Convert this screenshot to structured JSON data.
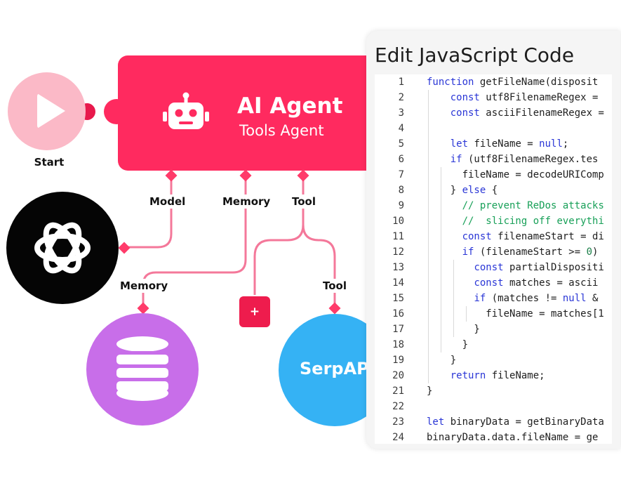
{
  "canvas": {
    "start": {
      "label": "Start"
    },
    "agent": {
      "title": "AI Agent",
      "subtitle": "Tools Agent"
    },
    "connectors": [
      {
        "label": "Model"
      },
      {
        "label": "Memory"
      },
      {
        "label": "Tool"
      }
    ],
    "sub_labels": {
      "memory": "Memory",
      "tool": "Tool"
    },
    "plus": {
      "label": "+"
    },
    "serp": {
      "label": "SerpAPI"
    },
    "colors": {
      "agent": "#ff2a5f",
      "start": "#fbb9c7",
      "memory": "#c86ee9",
      "serp": "#35b2f4",
      "openai": "#050505",
      "wire": "#f4789a"
    }
  },
  "editor": {
    "title": "Edit JavaScript Code",
    "lines": [
      {
        "n": "1",
        "tokens": [
          {
            "t": "kw",
            "v": "function"
          },
          {
            "v": " getFileName(disposit"
          }
        ]
      },
      {
        "n": "2",
        "tokens": [
          {
            "v": "    "
          },
          {
            "t": "kw",
            "v": "const"
          },
          {
            "v": " utf8FilenameRegex = "
          }
        ]
      },
      {
        "n": "3",
        "tokens": [
          {
            "v": "    "
          },
          {
            "t": "kw",
            "v": "const"
          },
          {
            "v": " asciiFilenameRegex ="
          }
        ]
      },
      {
        "n": "4",
        "tokens": [
          {
            "v": ""
          }
        ]
      },
      {
        "n": "5",
        "tokens": [
          {
            "v": "    "
          },
          {
            "t": "kw",
            "v": "let"
          },
          {
            "v": " fileName = "
          },
          {
            "t": "kw",
            "v": "null"
          },
          {
            "v": ";"
          }
        ]
      },
      {
        "n": "6",
        "tokens": [
          {
            "v": "    "
          },
          {
            "t": "kw",
            "v": "if"
          },
          {
            "v": " (utf8FilenameRegex.tes"
          }
        ]
      },
      {
        "n": "7",
        "tokens": [
          {
            "v": "      fileName = decodeURIComp"
          }
        ]
      },
      {
        "n": "8",
        "tokens": [
          {
            "v": "    } "
          },
          {
            "t": "kw",
            "v": "else"
          },
          {
            "v": " {"
          }
        ]
      },
      {
        "n": "9",
        "tokens": [
          {
            "v": "      "
          },
          {
            "t": "cm",
            "v": "// prevent ReDos attacks"
          }
        ]
      },
      {
        "n": "10",
        "tokens": [
          {
            "v": "      "
          },
          {
            "t": "cm",
            "v": "//  slicing off everythi"
          }
        ]
      },
      {
        "n": "11",
        "tokens": [
          {
            "v": "      "
          },
          {
            "t": "kw",
            "v": "const"
          },
          {
            "v": " filenameStart = di"
          }
        ]
      },
      {
        "n": "12",
        "tokens": [
          {
            "v": "      "
          },
          {
            "t": "kw",
            "v": "if"
          },
          {
            "v": " (filenameStart >= "
          },
          {
            "t": "num",
            "v": "0"
          },
          {
            "v": ")"
          }
        ]
      },
      {
        "n": "13",
        "tokens": [
          {
            "v": "        "
          },
          {
            "t": "kw",
            "v": "const"
          },
          {
            "v": " partialDispositi"
          }
        ]
      },
      {
        "n": "14",
        "tokens": [
          {
            "v": "        "
          },
          {
            "t": "kw",
            "v": "const"
          },
          {
            "v": " matches = ascii"
          }
        ]
      },
      {
        "n": "15",
        "tokens": [
          {
            "v": "        "
          },
          {
            "t": "kw",
            "v": "if"
          },
          {
            "v": " (matches != "
          },
          {
            "t": "kw",
            "v": "null"
          },
          {
            "v": " &"
          }
        ]
      },
      {
        "n": "16",
        "tokens": [
          {
            "v": "          fileName = matches[1"
          }
        ]
      },
      {
        "n": "17",
        "tokens": [
          {
            "v": "        }"
          }
        ]
      },
      {
        "n": "18",
        "tokens": [
          {
            "v": "      }"
          }
        ]
      },
      {
        "n": "19",
        "tokens": [
          {
            "v": "    }"
          }
        ]
      },
      {
        "n": "20",
        "tokens": [
          {
            "v": "    "
          },
          {
            "t": "kw",
            "v": "return"
          },
          {
            "v": " fileName;"
          }
        ]
      },
      {
        "n": "21",
        "tokens": [
          {
            "v": "}"
          }
        ]
      },
      {
        "n": "22",
        "tokens": [
          {
            "v": ""
          }
        ]
      },
      {
        "n": "23",
        "tokens": [
          {
            "t": "kw",
            "v": "let"
          },
          {
            "v": " binaryData = getBinaryData"
          }
        ]
      },
      {
        "n": "24",
        "tokens": [
          {
            "v": "binaryData.data.fileName = ge"
          }
        ]
      }
    ]
  }
}
